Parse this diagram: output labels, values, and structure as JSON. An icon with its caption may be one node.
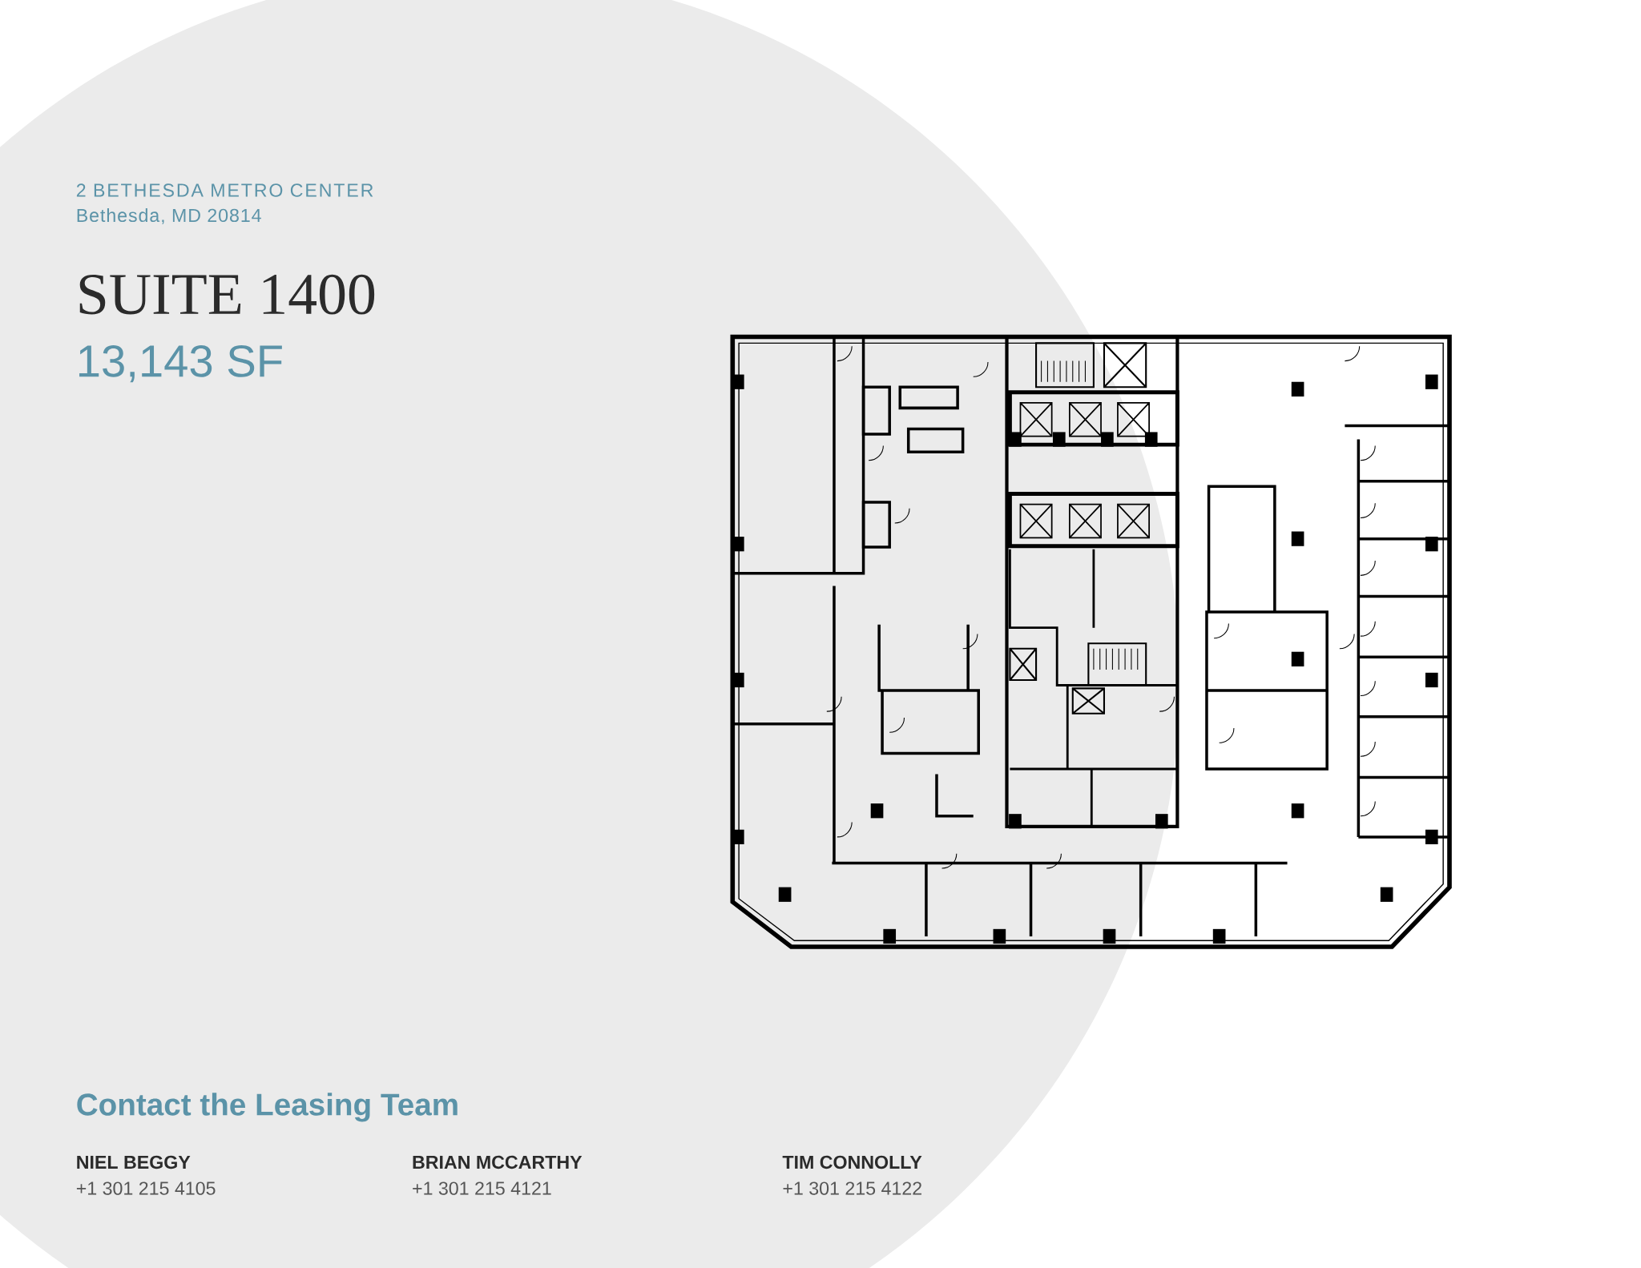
{
  "diagram": {
    "title": "SUITE 1400",
    "labels": [
      "2 BETHESDA METRO CENTER",
      "Bethesda, MD 20814",
      "13,143 SF",
      "Contact the Leasing Team",
      "NIEL BEGGY",
      "+1 301 215 4105",
      "BRIAN MCCARTHY",
      "+1 301 215 4121",
      "TIM CONNOLLY",
      "+1 301 215 4122"
    ]
  }
}
